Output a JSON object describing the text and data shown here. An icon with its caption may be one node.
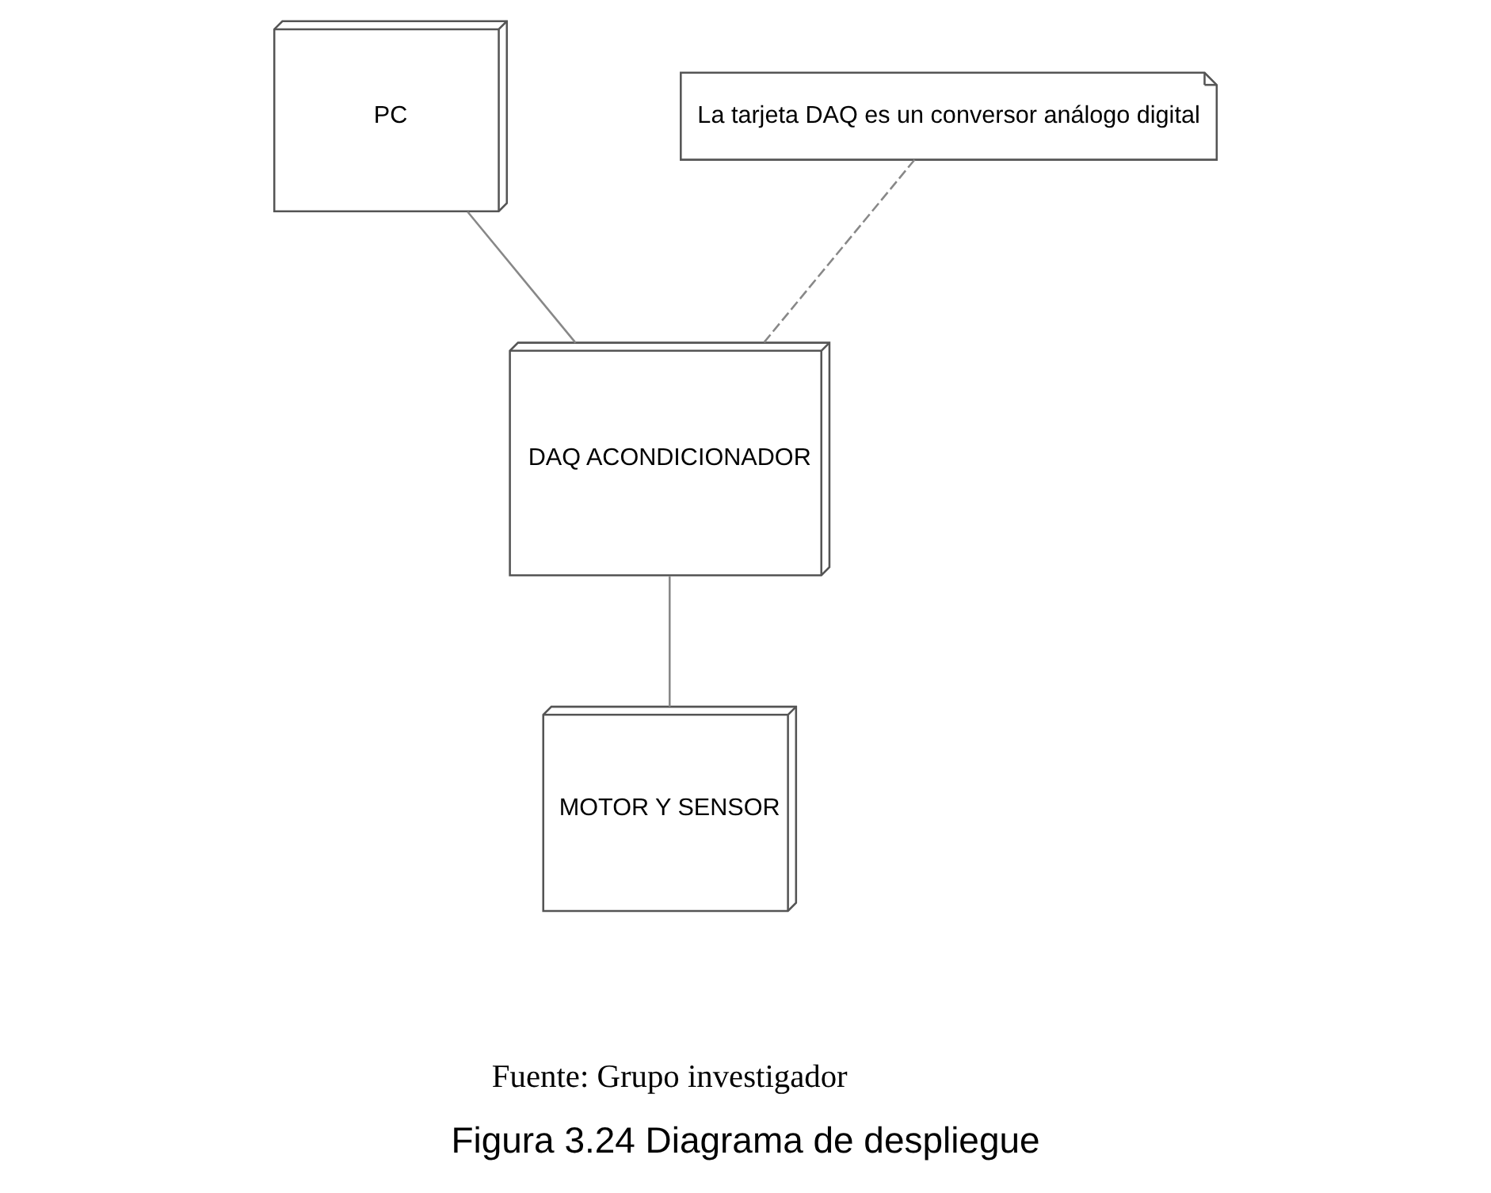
{
  "diagram": {
    "caption": "Figura 3.24 Diagrama de despliegue",
    "nodes": [
      {
        "text": [
          "PC"
        ]
      },
      {
        "text": [
          "DAQ ACONDICIONADOR"
        ]
      },
      {
        "text": [
          "La tarjeta DAQ es un conversor análogo digital"
        ]
      },
      {
        "text": [
          "MOTOR Y SENSOR"
        ]
      }
    ],
    "edges": [
      {
        "from": 0,
        "to": 1,
        "arrow": "none"
      },
      {
        "from": 2,
        "to": 1,
        "arrow": "none",
        "style": "dashed"
      },
      {
        "from": 1,
        "to": 3,
        "arrow": "none"
      }
    ],
    "labels": [
      "Fuente: Grupo investigador"
    ]
  }
}
